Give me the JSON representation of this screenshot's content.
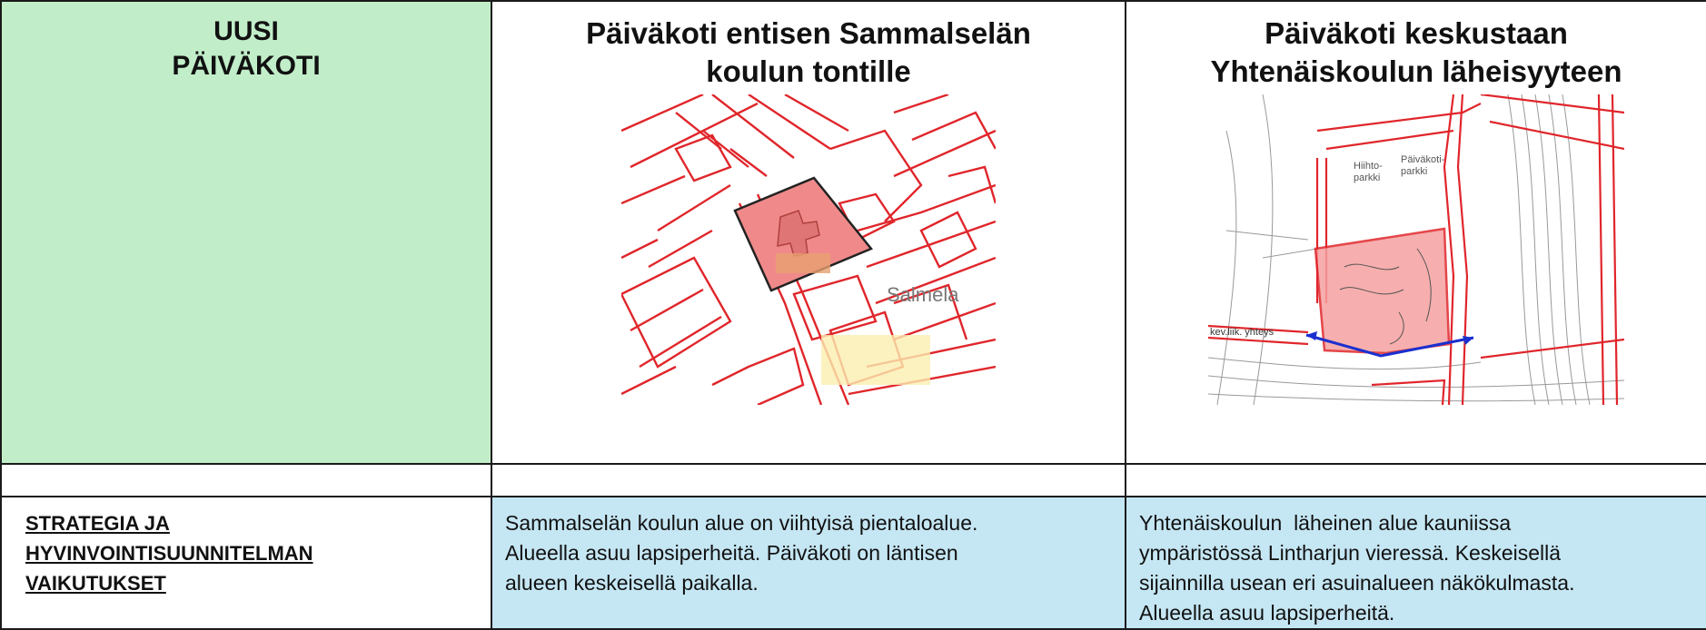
{
  "header": {
    "col1_title_line1": "UUSI",
    "col1_title_line2": "PÄIVÄKOTI",
    "col2_title_line1": "Päiväkoti entisen Sammalselän",
    "col2_title_line2": "koulun tontille",
    "col3_title_line1": "Päiväkoti keskustaan",
    "col3_title_line2": "Yhtenäiskoulun läheisyyteen"
  },
  "map1": {
    "place_label": "Salmela"
  },
  "map2": {
    "label_hiihto_1": "Hiihto-",
    "label_hiihto_2": "parkki",
    "label_pk_1": "Päiväkoti-",
    "label_pk_2": "parkki",
    "label_kevlik": "kev.liik. yhteys"
  },
  "strategy": {
    "label_line1": "STRATEGIA JA",
    "label_line2": "HYVINVOINTISUUNNITELMAN",
    "label_line3": "VAIKUTUKSET",
    "col2_lines": [
      "Sammalselän koulun alue on viihtyisä pientaloalue.",
      "Alueella asuu lapsiperheitä. Päiväkoti on läntisen",
      "alueen keskeisellä paikalla."
    ],
    "col3_lines": [
      "Yhtenäiskoulun  läheinen alue kauniissa",
      "ympäristössä Lintharjun vieressä. Keskeisellä",
      "sijainnilla usean eri asuinalueen näkökulmasta.",
      "Alueella asuu lapsiperheitä."
    ]
  },
  "colors": {
    "header_green": "#c1eec9",
    "cell_blue": "#c5e6f3",
    "map_red": "#e0262b",
    "site_fill": "#f08a8a",
    "arrow_blue": "#1a2fcf"
  }
}
